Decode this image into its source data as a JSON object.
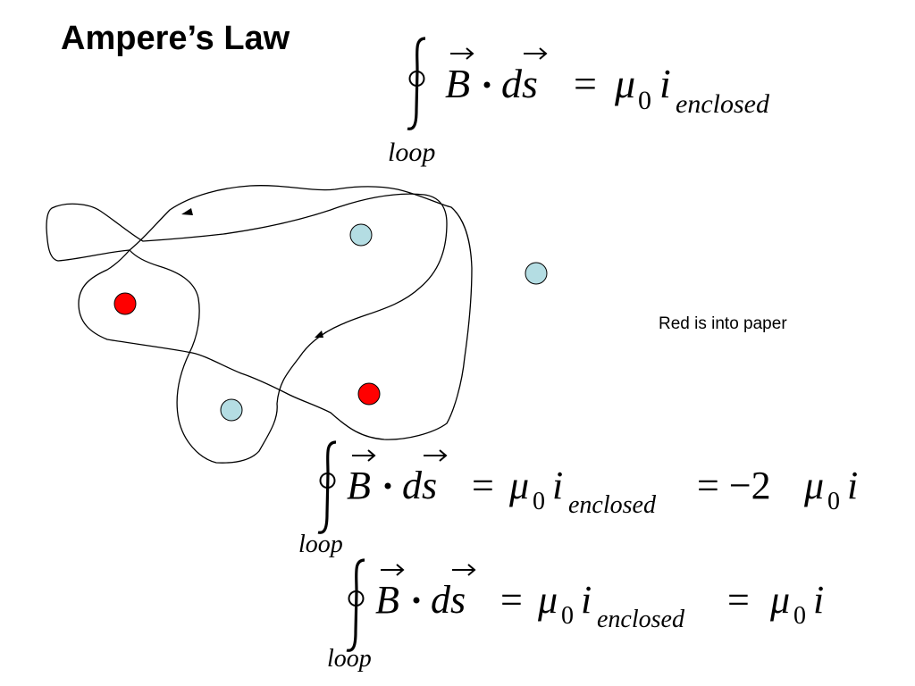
{
  "title": "Ampere’s Law",
  "note": "Red is into paper",
  "equations": [
    {
      "loop_label": "loop",
      "lhs_vector_b": "B",
      "lhs_ds": "ds",
      "equals": "=",
      "mu": "μ",
      "mu_sub": "0",
      "i": "i",
      "i_sub": "enclosed",
      "result": ""
    },
    {
      "loop_label": "loop",
      "lhs_vector_b": "B",
      "lhs_ds": "ds",
      "equals": "=",
      "mu": "μ",
      "mu_sub": "0",
      "i": "i",
      "i_sub": "enclosed",
      "result_prefix": "= −2",
      "result_mu": "μ",
      "result_mu_sub": "0",
      "result_i": "i"
    },
    {
      "loop_label": "loop",
      "lhs_vector_b": "B",
      "lhs_ds": "ds",
      "equals": "=",
      "mu": "μ",
      "mu_sub": "0",
      "i": "i",
      "i_sub": "enclosed",
      "result_prefix": "=",
      "result_mu": "μ",
      "result_mu_sub": "0",
      "result_i": "i"
    }
  ],
  "colors": {
    "into_paper": "#ff0000",
    "out_of_paper": "#b4dde3",
    "stroke": "#000000"
  },
  "wires": {
    "into_paper_count": 2,
    "out_of_paper_count": 3
  }
}
